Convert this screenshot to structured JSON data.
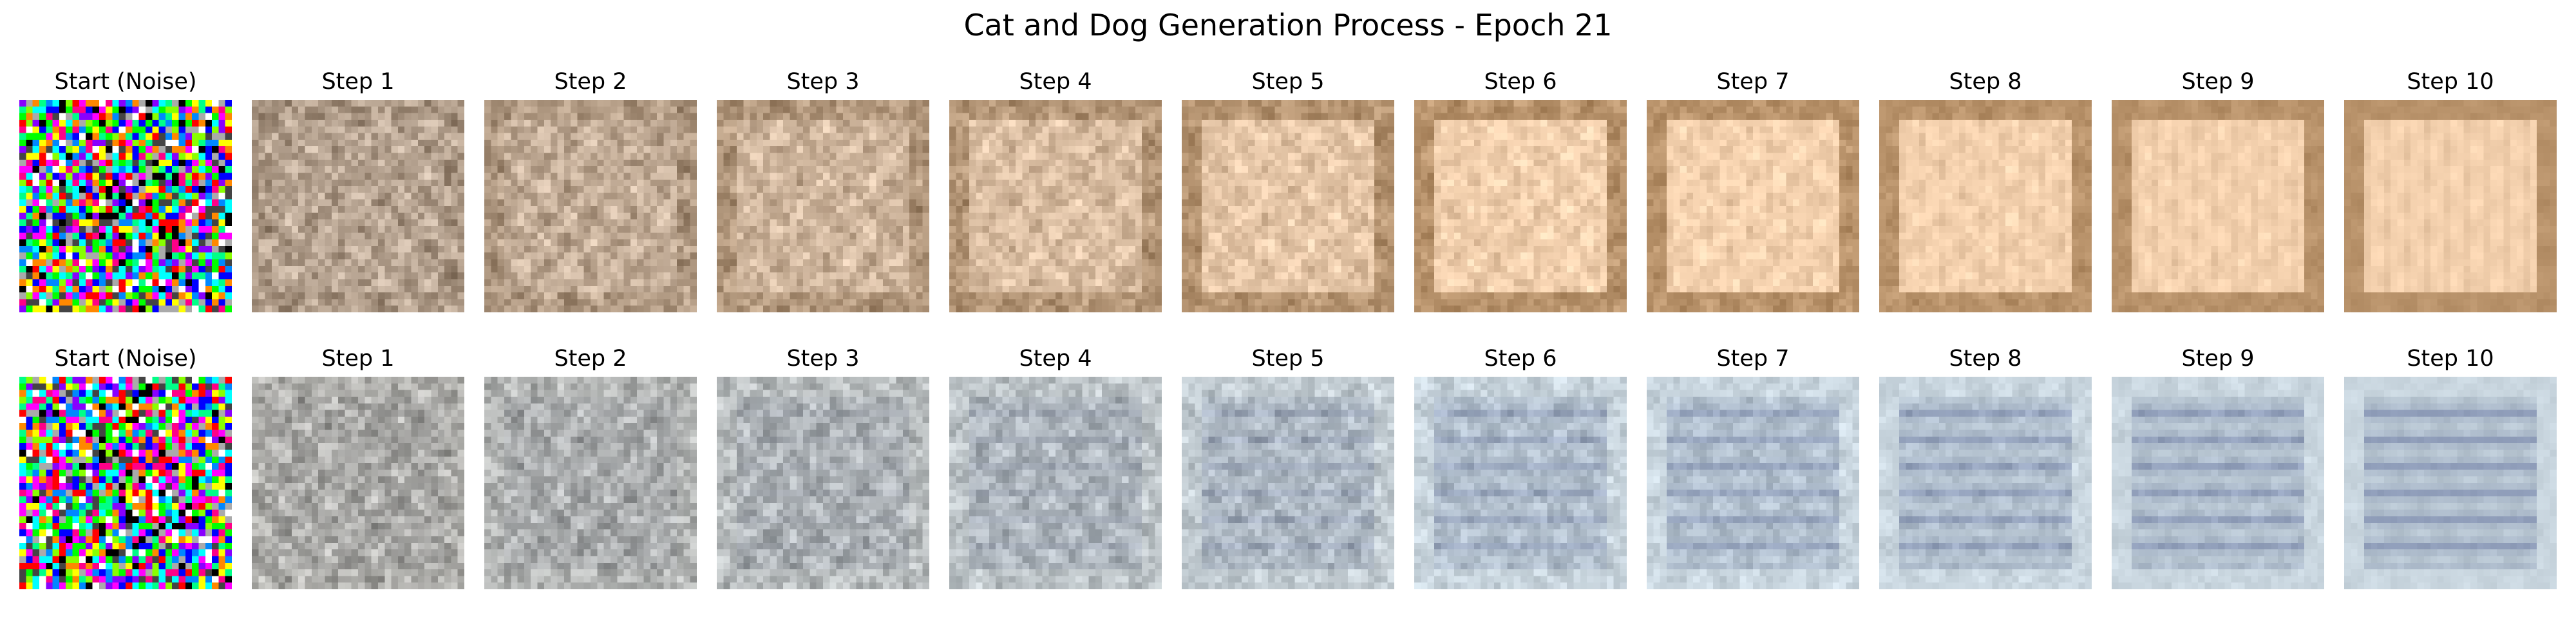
{
  "figure": {
    "title": "Cat and Dog Generation Process - Epoch 21"
  },
  "rows": [
    {
      "palette": "warm",
      "panels": [
        {
          "label": "Start (Noise)",
          "kind": "noise",
          "progress": 0.0
        },
        {
          "label": "Step 1",
          "kind": "image",
          "progress": 0.1
        },
        {
          "label": "Step 2",
          "kind": "image",
          "progress": 0.2
        },
        {
          "label": "Step 3",
          "kind": "image",
          "progress": 0.3
        },
        {
          "label": "Step 4",
          "kind": "image",
          "progress": 0.4
        },
        {
          "label": "Step 5",
          "kind": "image",
          "progress": 0.5
        },
        {
          "label": "Step 6",
          "kind": "image",
          "progress": 0.6
        },
        {
          "label": "Step 7",
          "kind": "image",
          "progress": 0.7
        },
        {
          "label": "Step 8",
          "kind": "image",
          "progress": 0.8
        },
        {
          "label": "Step 9",
          "kind": "image",
          "progress": 0.9
        },
        {
          "label": "Step 10",
          "kind": "image",
          "progress": 1.0
        }
      ]
    },
    {
      "palette": "cool",
      "panels": [
        {
          "label": "Start (Noise)",
          "kind": "noise",
          "progress": 0.0
        },
        {
          "label": "Step 1",
          "kind": "image",
          "progress": 0.1
        },
        {
          "label": "Step 2",
          "kind": "image",
          "progress": 0.2
        },
        {
          "label": "Step 3",
          "kind": "image",
          "progress": 0.3
        },
        {
          "label": "Step 4",
          "kind": "image",
          "progress": 0.4
        },
        {
          "label": "Step 5",
          "kind": "image",
          "progress": 0.5
        },
        {
          "label": "Step 6",
          "kind": "image",
          "progress": 0.6
        },
        {
          "label": "Step 7",
          "kind": "image",
          "progress": 0.7
        },
        {
          "label": "Step 8",
          "kind": "image",
          "progress": 0.8
        },
        {
          "label": "Step 9",
          "kind": "image",
          "progress": 0.9
        },
        {
          "label": "Step 10",
          "kind": "image",
          "progress": 1.0
        }
      ]
    }
  ],
  "colors": {
    "background": "#ffffff",
    "text": "#000000",
    "warm_center": "#f6d3b0",
    "warm_border": "#b8926a",
    "warm_early": "#a9998a",
    "cool_center": "#aebccc",
    "cool_border": "#c9d6df",
    "cool_early": "#a7a49e"
  }
}
